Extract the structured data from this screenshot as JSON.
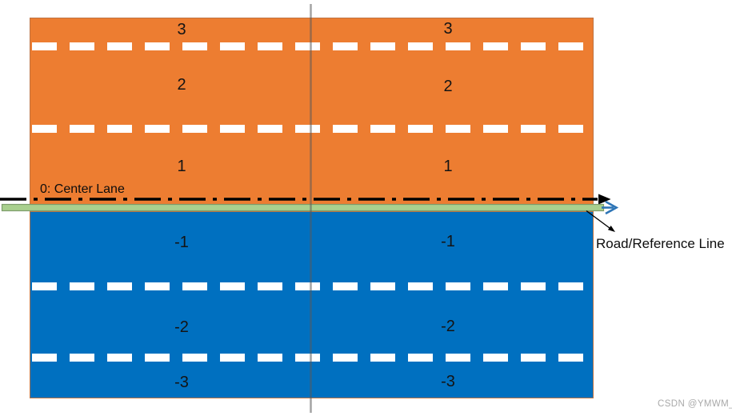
{
  "lanes": {
    "positive_labels": [
      "3",
      "2",
      "1"
    ],
    "negative_labels": [
      "-1",
      "-2",
      "-3"
    ]
  },
  "annotations": {
    "center_lane": "0: Center Lane",
    "reference_line": "Road/Reference Line"
  },
  "colors": {
    "upper_region": "#ED7D31",
    "lower_region": "#0070C0",
    "lane_marking": "#FFFFFF",
    "center_line": "#000000",
    "reference_line_fill": "#A9D08E",
    "reference_line_border": "#7D9C6B",
    "reference_arrow": "#2E75B6",
    "region_border": "#BE7342",
    "divider_line": "#595959"
  },
  "watermark": "CSDN @YMWM_"
}
